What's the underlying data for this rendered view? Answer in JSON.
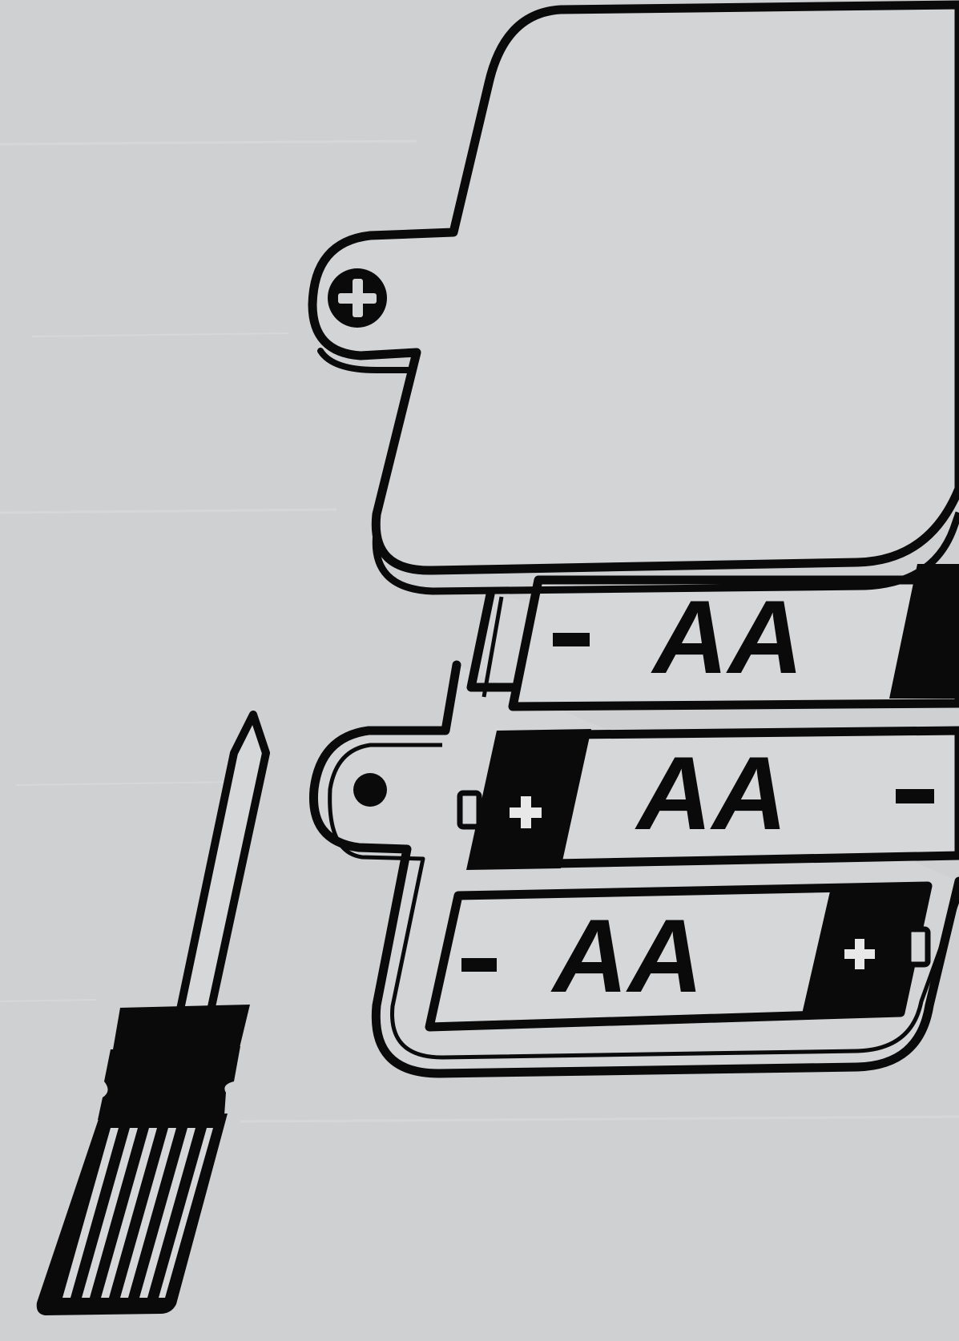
{
  "colors": {
    "background": "#cfd0d2",
    "surface": "#d3d4d6",
    "ink": "#0a0a0a",
    "highlight": "#e8e8e8"
  },
  "illustration": {
    "lid": {
      "screw_icon": "phillips-screw-head-icon"
    },
    "compartment": {
      "screw_hole_icon": "screw-hole-icon"
    },
    "batteries": [
      {
        "label": "AA",
        "neg_sign": "-",
        "pos_sign": "+",
        "orientation": "positive-right"
      },
      {
        "label": "AA",
        "neg_sign": "-",
        "pos_sign": "+",
        "orientation": "positive-left"
      },
      {
        "label": "AA",
        "neg_sign": "-",
        "pos_sign": "+",
        "orientation": "positive-right"
      }
    ],
    "tool": {
      "icon": "screwdriver-icon"
    }
  }
}
